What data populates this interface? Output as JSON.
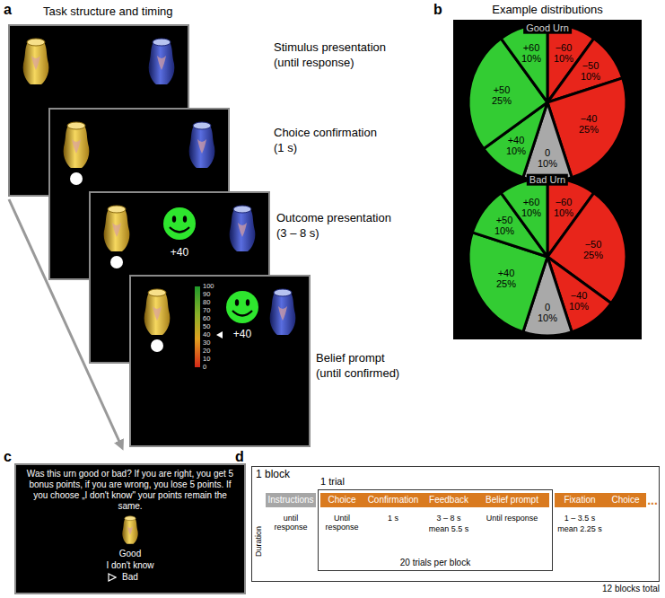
{
  "diagram": {
    "nodes": [
      {
        "text": [
          "Was this urn good or bad? If you are right, you get 5 bonus points, if you are wrong, you lose 5 points. If you choose „I don't know\" your points remain the same.",
          "Good",
          "I don't know",
          "Bad"
        ]
      },
      {
        "text": [
          "1 block"
        ]
      },
      {
        "text": [
          "Instructions"
        ],
        "in": 1
      },
      {
        "text": [
          "1 trial",
          "20 trials per block"
        ],
        "in": 1
      },
      {
        "text": [
          "Choice"
        ],
        "in": 3
      },
      {
        "text": [
          "Confirmation"
        ],
        "in": 3
      },
      {
        "text": [
          "Feedback"
        ],
        "in": 3
      },
      {
        "text": [
          "Belief prompt"
        ],
        "in": 3
      },
      {
        "text": [
          "Fixation"
        ],
        "in": 1
      },
      {
        "text": [
          "Choice"
        ],
        "in": 1
      }
    ],
    "labels": [
      "a",
      "Task structure and timing",
      "Stimulus presentation",
      "(until response)",
      "Choice confirmation",
      "(1 s)",
      "Outcome presentation",
      "(3 – 8 s)",
      "Belief prompt",
      "(until confirmed)",
      "+40",
      "+40",
      "100",
      "90",
      "80",
      "70",
      "60",
      "50",
      "40",
      "30",
      "20",
      "10",
      "0",
      "b",
      "Example distributions",
      "Good Urn",
      "+60 10%",
      "+50 25%",
      "+40 10%",
      "0 10%",
      "−40 25%",
      "−50 10%",
      "−60 10%",
      "Bad Urn",
      "+60 10%",
      "+50 10%",
      "+40 25%",
      "0 10%",
      "−40 10%",
      "−50 25%",
      "−60 10%",
      "c",
      "d",
      "Duration",
      "until response",
      "Until response",
      "1 s",
      "3 – 8 s",
      "mean 5.5 s",
      "Until response",
      "1 – 3.5 s",
      "mean 2.25 s",
      "...",
      "12 blocks total"
    ]
  }
}
